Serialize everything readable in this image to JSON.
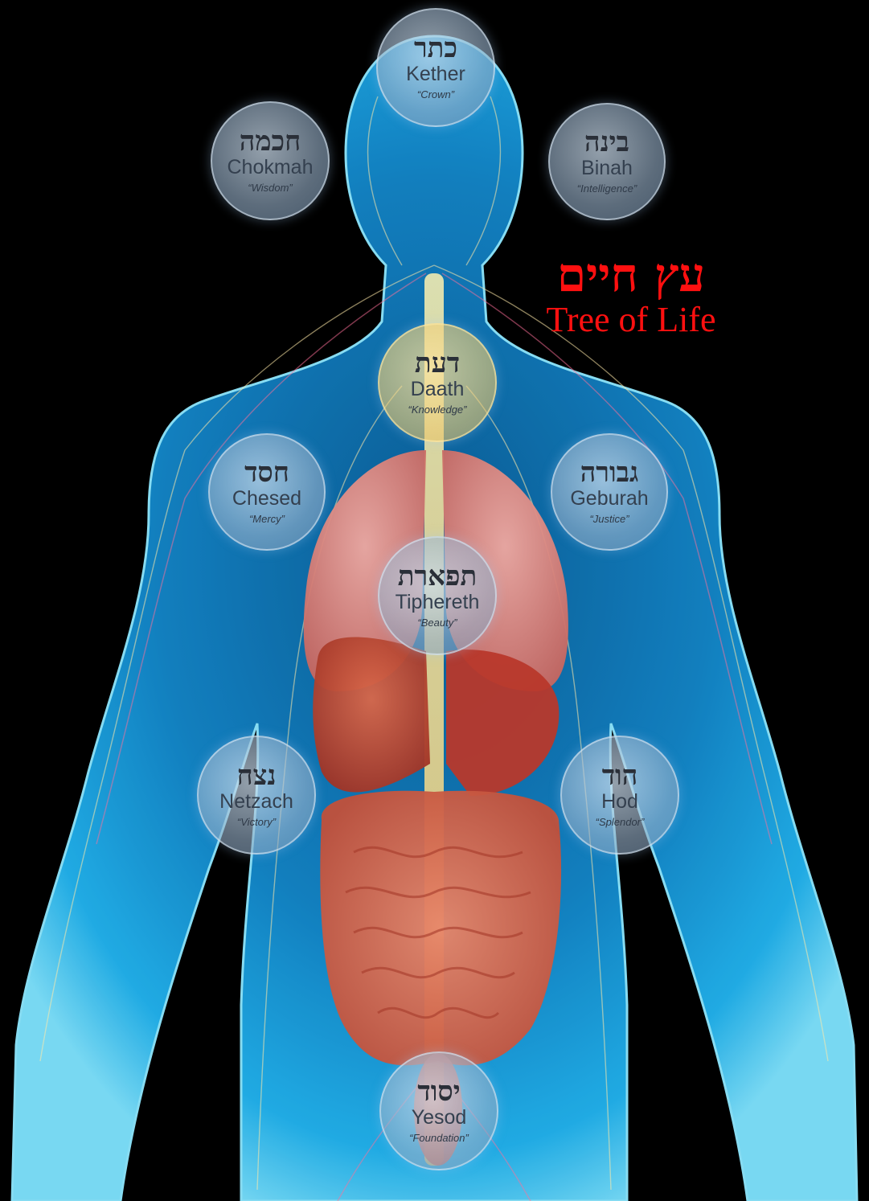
{
  "title": {
    "hebrew": "עץ חיים",
    "english": "Tree of Life",
    "color": "#ff1010"
  },
  "colors": {
    "background": "#000000",
    "body_glow": "#19a6e6",
    "organs": "#d9705a",
    "sephirah_fill": "#b4c8dc",
    "daath_fill": "#ebc86e"
  },
  "sephirot": [
    {
      "key": "kether",
      "hebrew": "כתר",
      "name": "Kether",
      "meaning": "“Crown”"
    },
    {
      "key": "chokmah",
      "hebrew": "חכמה",
      "name": "Chokmah",
      "meaning": "“Wisdom”"
    },
    {
      "key": "binah",
      "hebrew": "בינה",
      "name": "Binah",
      "meaning": "“Intelligence”"
    },
    {
      "key": "daath",
      "hebrew": "דעת",
      "name": "Daath",
      "meaning": "“Knowledge”"
    },
    {
      "key": "chesed",
      "hebrew": "חסד",
      "name": "Chesed",
      "meaning": "“Mercy”"
    },
    {
      "key": "geburah",
      "hebrew": "גבורה",
      "name": "Geburah",
      "meaning": "“Justice”"
    },
    {
      "key": "tiphereth",
      "hebrew": "תפארת",
      "name": "Tiphereth",
      "meaning": "“Beauty”"
    },
    {
      "key": "netzach",
      "hebrew": "נצח",
      "name": "Netzach",
      "meaning": "“Victory”"
    },
    {
      "key": "hod",
      "hebrew": "הוד",
      "name": "Hod",
      "meaning": "“Splendor”"
    },
    {
      "key": "yesod",
      "hebrew": "יסוד",
      "name": "Yesod",
      "meaning": "“Foundation”"
    }
  ]
}
